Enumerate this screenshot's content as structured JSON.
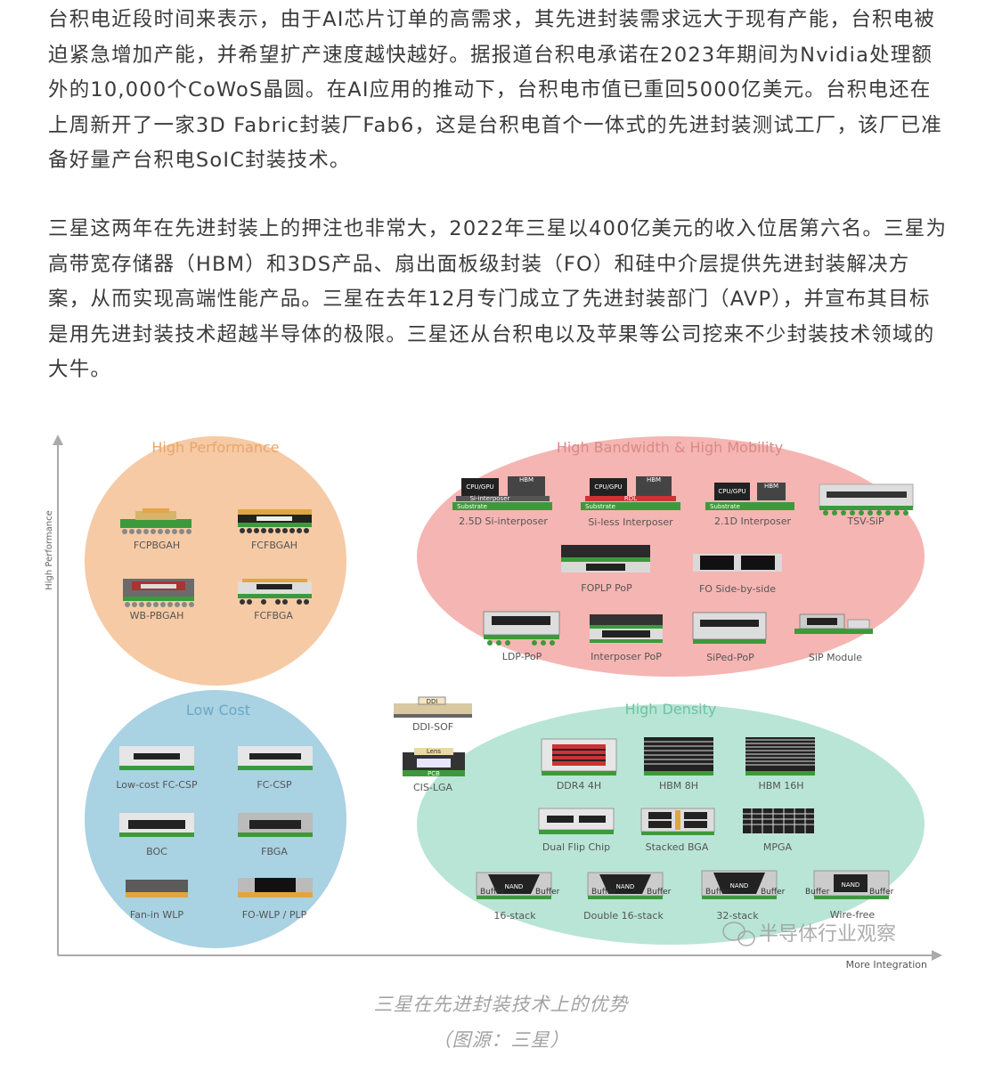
{
  "article": {
    "para1": "台积电近段时间来表示，由于AI芯片订单的高需求，其先进封装需求远大于现有产能，台积电被迫紧急增加产能，并希望扩产速度越快越好。据报道台积电承诺在2023年期间为Nvidia处理额外的10,000个CoWoS晶圆。在AI应用的推动下，台积电市值已重回5000亿美元。台积电还在上周新开了一家3D Fabric封装厂Fab6，这是台积电首个一体式的先进封装测试工厂，该厂已准备好量产台积电SoIC封装技术。",
    "para2": "三星这两年在先进封装上的押注也非常大，2022年三星以400亿美元的收入位居第六名。三星为高带宽存储器（HBM）和3DS产品、扇出面板级封装（FO）和硅中介层提供先进封装解决方案，从而实现高端性能产品。三星在去年12月专门成立了先进封装部门（AVP），并宣布其目标是用先进封装技术超越半导体的极限。三星还从台积电以及苹果等公司挖来不少封装技术领域的大牛。"
  },
  "figure": {
    "y_axis_label": "High Performance",
    "x_axis_label": "More Integration",
    "groups": {
      "high_performance": {
        "title": "High Performance",
        "color": "#f6caa5",
        "title_color": "#e8a66a",
        "items": [
          "FCPBGAH",
          "FCFBGAH",
          "WB-PBGAH",
          "FCFBGA"
        ]
      },
      "high_bandwidth": {
        "title": "High Bandwidth & High Mobility",
        "color": "#f5b5b2",
        "title_color": "#d98a87",
        "items": [
          "2.5D Si-interposer",
          "Si-less Interposer",
          "2.1D Interposer",
          "TSV-SiP",
          "FOPLP PoP",
          "FO Side-by-side",
          "LDP-PoP",
          "Interposer PoP",
          "SiPed-PoP",
          "SiP Module"
        ]
      },
      "low_cost": {
        "title": "Low Cost",
        "color": "#a9d2e3",
        "title_color": "#6aa9c4",
        "items": [
          "Low-cost FC-CSP",
          "FC-CSP",
          "BOC",
          "FBGA",
          "Fan-in WLP",
          "FO-WLP / PLP"
        ]
      },
      "high_density": {
        "title": "High Density",
        "color": "#b9e5d6",
        "title_color": "#6cc3a3",
        "items": [
          "DDR4 4H",
          "HBM 8H",
          "HBM 16H",
          "Dual Flip Chip",
          "Stacked BGA",
          "MPGA",
          "16-stack",
          "Double 16-stack",
          "32-stack",
          "Wire-free"
        ]
      }
    },
    "standalone": [
      "DDI-SOF",
      "CIS-LGA"
    ],
    "chip_text": {
      "cpu_gpu": "CPU/GPU",
      "hbm": "HBM",
      "substrate": "Substrate",
      "si_interposer": "Si-interposer",
      "rdl": "RDL",
      "nand": "NAND",
      "buffer": "Buffer",
      "ddi": "DDI",
      "lens": "Lens",
      "pcb": "PCB"
    },
    "watermark": "半导体行业观察"
  },
  "caption": {
    "title": "三星在先进封装技术上的优势",
    "source": "（图源：三星）"
  }
}
